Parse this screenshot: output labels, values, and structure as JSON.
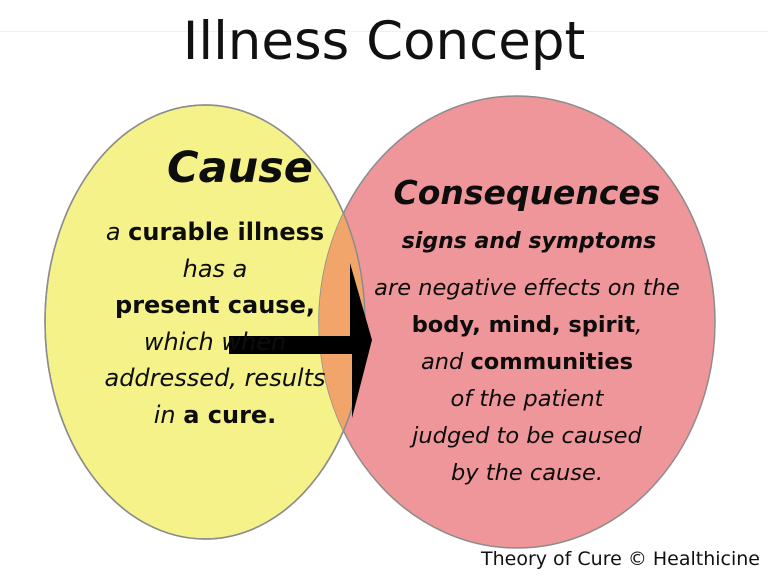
{
  "title": "Illness Concept",
  "colors": {
    "cause_circle": "#f5f28a",
    "consequence_circle": "#ee969a",
    "overlap": "#f2a56a",
    "arrow": "#000000"
  },
  "cause": {
    "heading": "Cause",
    "lines": [
      [
        {
          "t": "a ",
          "style": "it"
        },
        {
          "t": "curable illness",
          "style": "b"
        }
      ],
      [
        {
          "t": "has a",
          "style": "it"
        }
      ],
      [
        {
          "t": "present cause,",
          "style": "b"
        }
      ],
      [
        {
          "t": " ",
          "style": ""
        }
      ],
      [
        {
          "t": "which when",
          "style": "it"
        }
      ],
      [
        {
          "t": "addressed, results",
          "style": "it"
        }
      ],
      [
        {
          "t": "in ",
          "style": "it"
        },
        {
          "t": "a cure.",
          "style": "b"
        }
      ]
    ]
  },
  "consequences": {
    "heading": "Consequences",
    "subheading": "signs and symptoms",
    "lines": [
      [
        {
          "t": "are negative effects on the",
          "style": "it"
        }
      ],
      [
        {
          "t": "body, mind, spirit",
          "style": "b"
        },
        {
          "t": ",",
          "style": "it"
        }
      ],
      [
        {
          "t": "and ",
          "style": "it"
        },
        {
          "t": "communities",
          "style": "b"
        }
      ],
      [
        {
          "t": "of the patient",
          "style": "it"
        }
      ],
      [
        {
          "t": "judged to be caused",
          "style": "it"
        }
      ],
      [
        {
          "t": "by the cause.",
          "style": "it"
        }
      ]
    ]
  },
  "arrow_icon": "right-arrow-icon",
  "credit": "Theory of Cure © Healthicine"
}
